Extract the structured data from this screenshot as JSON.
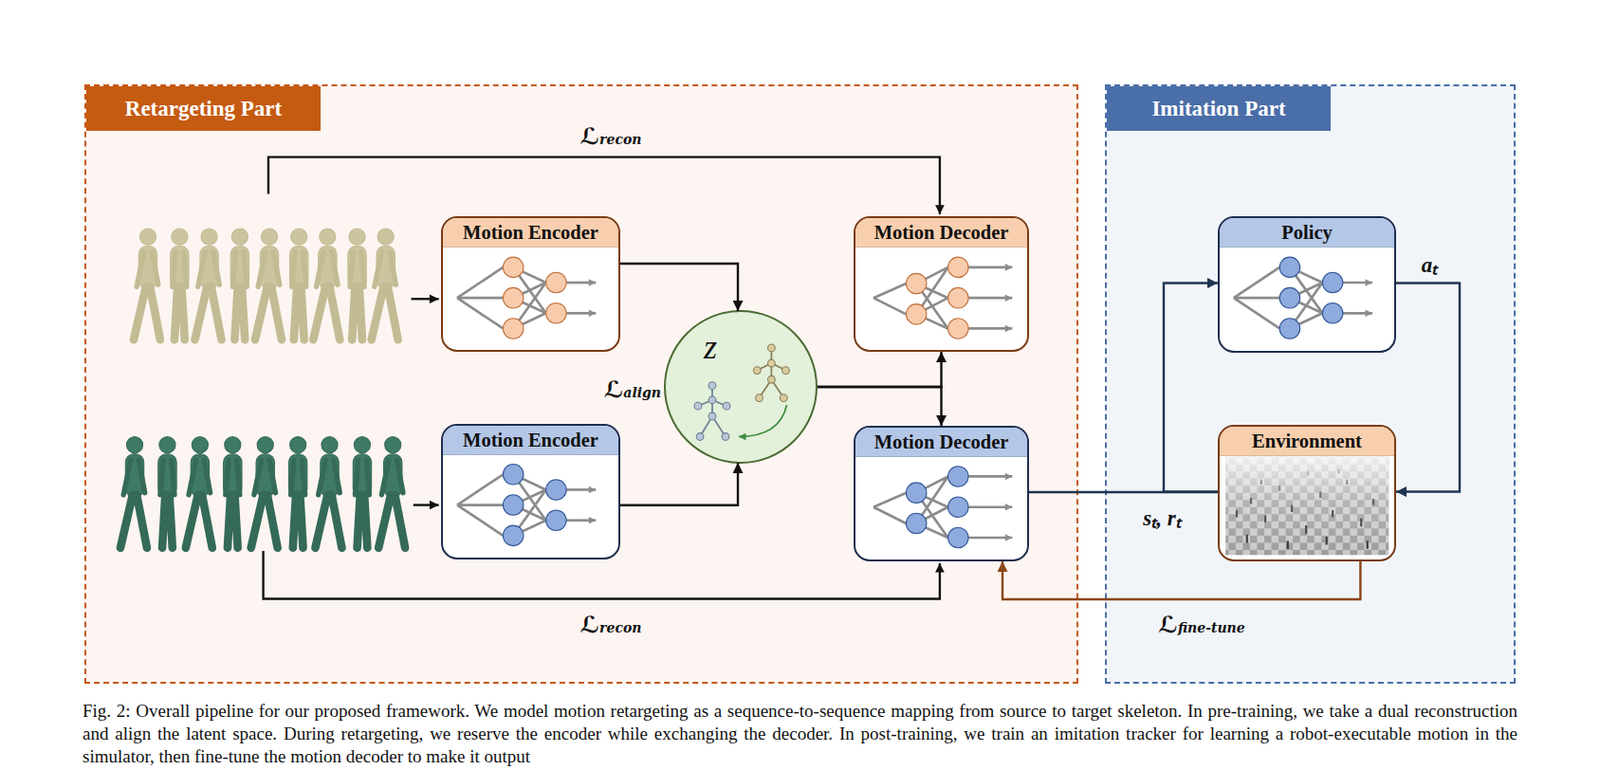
{
  "diagram": {
    "caption": "Fig. 2: Overall pipeline for our proposed framework. We model motion retargeting as a sequence-to-sequence mapping from source to target skeleton. In pre-training, we take a dual reconstruction and align the latent space. During retargeting, we reserve the encoder while exchanging the decoder. In post-training, we train an imitation tracker for learning a robot-executable motion in the simulator, then fine-tune the motion decoder to make it output",
    "nodes": [
      {
        "text": [
          "Retargeting Part"
        ]
      },
      {
        "text": [
          "Motion Encoder"
        ],
        "in": 0
      },
      {
        "text": [
          "Motion Decoder"
        ],
        "in": 0
      },
      {
        "text": [
          "z"
        ],
        "in": 0
      },
      {
        "text": [
          "Motion Encoder"
        ],
        "in": 0
      },
      {
        "text": [
          "Motion Decoder"
        ],
        "in": 0
      },
      {
        "text": [
          "Imitation Part"
        ]
      },
      {
        "text": [
          "Policy"
        ],
        "in": 6
      },
      {
        "text": [
          "Environment"
        ],
        "in": 6
      }
    ],
    "edges": [
      {
        "from": 1,
        "to": 3,
        "arrow": "to"
      },
      {
        "from": 4,
        "to": 3,
        "arrow": "to"
      },
      {
        "from": 3,
        "to": 2,
        "arrow": "to"
      },
      {
        "from": 3,
        "to": 5,
        "arrow": "to"
      },
      {
        "from": 5,
        "to": 8,
        "arrow": "none"
      },
      {
        "from": 8,
        "to": 7,
        "label": "sₜ, rₜ",
        "arrow": "to"
      },
      {
        "from": 7,
        "to": 8,
        "label": "aₜ",
        "arrow": "to"
      },
      {
        "from": 8,
        "to": 5,
        "label": "ℒfine-tune",
        "arrow": "to"
      }
    ],
    "labels": [
      "ℒrecon",
      "ℒalign",
      "ℒrecon"
    ]
  }
}
